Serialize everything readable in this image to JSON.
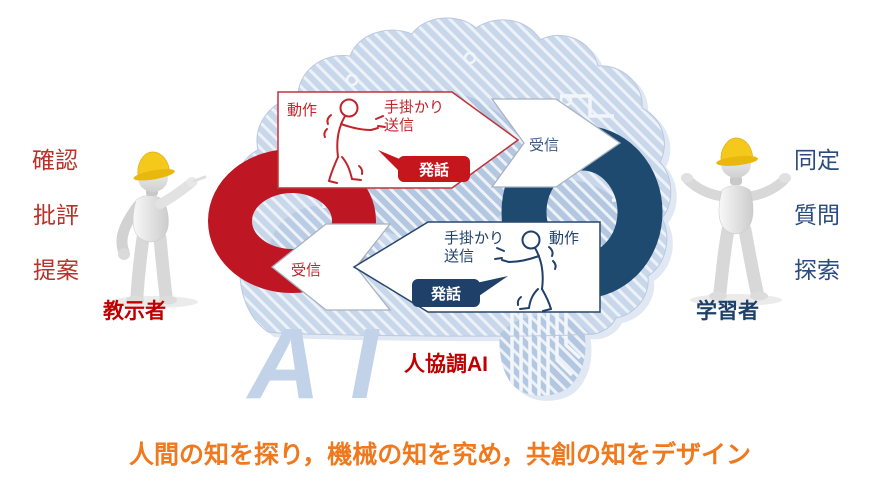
{
  "colors": {
    "loop_red": "#BE1622",
    "loop_navy": "#1F4A70",
    "badge_red": "#C4161C",
    "badge_navy": "#1F4068",
    "text_red": "#B73229",
    "text_navy": "#2B4B7E",
    "brain_blue": "#C9D7EB",
    "letters_blue": "#C2D2E9",
    "tagline_orange": "#F0791E",
    "helmet_yellow": "#F4C91C"
  },
  "left_panel": {
    "keywords": [
      "確認",
      "批評",
      "提案"
    ],
    "actor_label": "教示者"
  },
  "right_panel": {
    "keywords": [
      "同定",
      "質問",
      "探索"
    ],
    "actor_label": "学習者"
  },
  "top_flow": {
    "action_label": "動作",
    "cue_line1": "手掛かり",
    "cue_line2": "送信",
    "speech_label": "発話",
    "receive_label": "受信"
  },
  "bottom_flow": {
    "action_label": "動作",
    "cue_line1": "手掛かり",
    "cue_line2": "送信",
    "speech_label": "発話",
    "receive_label": "受信"
  },
  "center": {
    "ai_label": "人協調AI",
    "background_letters": "AI"
  },
  "tagline": "人間の知を探り，機械の知を究め，共創の知をデザイン"
}
